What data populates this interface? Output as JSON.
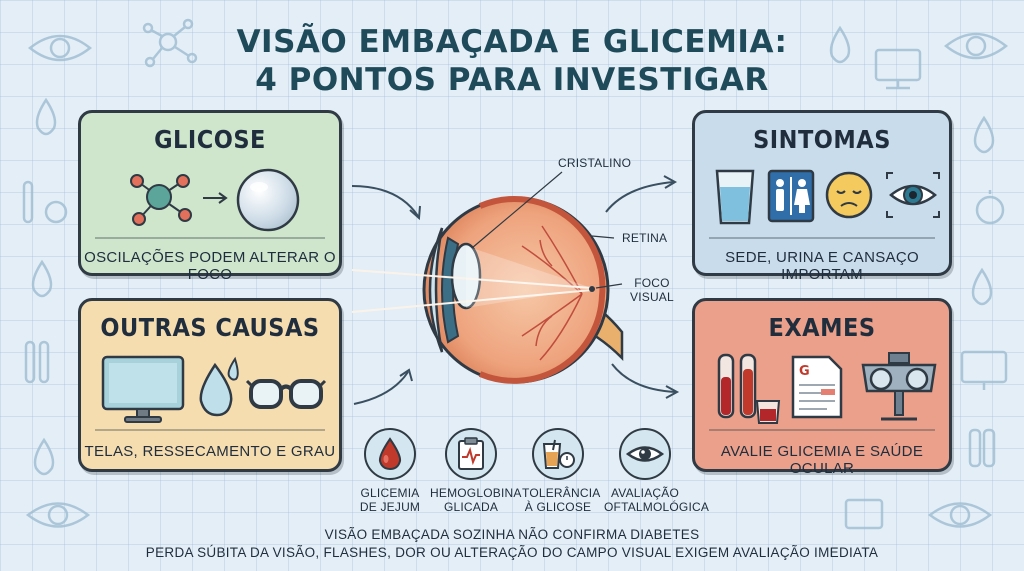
{
  "header": {
    "title_line1": "VISÃO EMBAÇADA E GLICEMIA:",
    "title_line2": "4 PONTOS PARA INVESTIGAR"
  },
  "cards": {
    "glicose": {
      "title": "GLICOSE",
      "caption": "OSCILAÇÕES PODEM ALTERAR O FOCO",
      "color": "#cfe6cc"
    },
    "outras": {
      "title": "OUTRAS CAUSAS",
      "caption": "TELAS, RESSECAMENTO E GRAU",
      "color": "#f6ddb0"
    },
    "sintomas": {
      "title": "SINTOMAS",
      "caption": "SEDE, URINA E CANSAÇO IMPORTAM",
      "color": "#c9dcec"
    },
    "exames": {
      "title": "EXAMES",
      "caption": "AVALIE GLICEMIA E SAÚDE OCULAR",
      "color": "#eaa08a"
    }
  },
  "eye_labels": {
    "cristalino": "CRISTALINO",
    "retina": "RETINA",
    "foco_line1": "FOCO",
    "foco_line2": "VISUAL"
  },
  "exams": [
    {
      "line1": "GLICEMIA",
      "line2": "DE JEJUM"
    },
    {
      "line1": "HEMOGLOBINA",
      "line2": "GLICADA"
    },
    {
      "line1": "TOLERÂNCIA",
      "line2": "À GLICOSE"
    },
    {
      "line1": "AVALIAÇÃO",
      "line2": "OFTALMOLÓGICA"
    }
  ],
  "footer": {
    "line1": "VISÃO EMBAÇADA SOZINHA NÃO CONFIRMA DIABETES",
    "line2": "PERDA SÚBITA DA VISÃO, FLASHES, DOR OU ALTERAÇÃO DO CAMPO VISUAL EXIGEM AVALIAÇÃO IMEDIATA"
  },
  "icons": {
    "glicose": [
      "molecule-icon",
      "lens-icon"
    ],
    "outras": [
      "monitor-icon",
      "water-drop-icon",
      "glasses-icon"
    ],
    "sintomas": [
      "water-glass-icon",
      "restroom-icon",
      "tired-face-icon",
      "eye-focus-icon"
    ],
    "exames": [
      "blood-tubes-icon",
      "lab-report-icon",
      "phoropter-icon"
    ],
    "exam_circles": [
      "blood-drop-icon",
      "clipboard-chart-icon",
      "glucose-drink-timer-icon",
      "eye-icon"
    ]
  }
}
